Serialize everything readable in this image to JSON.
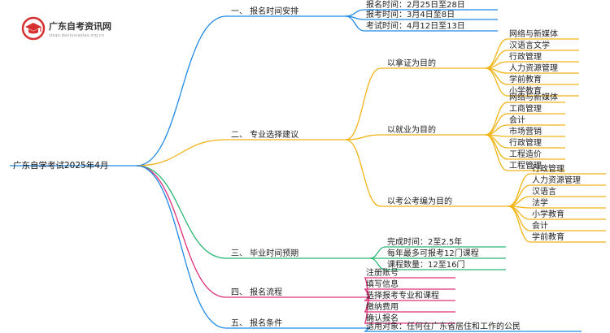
{
  "logo": {
    "name": "广东自考资讯网",
    "url": "zikao.danluxiaolas.org.cn"
  },
  "root": "广东自学考试2025年4月",
  "branches": [
    {
      "label": "一、 报名时间安排",
      "color": "#1e88e5",
      "leaves": [
        "报名时间：2月25日至28日",
        "报考时间：3月4日至8日",
        "考试时间：4月12日至13日"
      ]
    },
    {
      "label": "二、 专业选择建议",
      "color": "#f2b416",
      "groups": [
        {
          "label": "以拿证为目的",
          "leaves": [
            "网络与新媒体",
            "汉语言文学",
            "行政管理",
            "人力资源管理",
            "学前教育",
            "小学教育"
          ]
        },
        {
          "label": "以就业为目的",
          "leaves": [
            "网络与新媒体",
            "工商管理",
            "会计",
            "市场营销",
            "行政管理",
            "工程造价",
            "工程管理"
          ]
        },
        {
          "label": "以考公考编为目的",
          "leaves": [
            "行政管理",
            "人力资源管理",
            "汉语言",
            "法学",
            "小学教育",
            "会计",
            "学前教育"
          ]
        }
      ]
    },
    {
      "label": "三、 毕业时间预期",
      "color": "#2bb673",
      "leaves": [
        "完成时间：2至2.5年",
        "每年最多可报考12门课程",
        "课程数量：12至16门"
      ]
    },
    {
      "label": "四、 报名流程",
      "color": "#e0307a",
      "leaves": [
        "注册账号",
        "填写信息",
        "选择报考专业和课程",
        "缴纳费用",
        "确认报名"
      ]
    },
    {
      "label": "五、 报名条件",
      "color": "#1e88e5",
      "leaves": [
        "适用对象：任何在广东省居住和工作的公民"
      ]
    }
  ]
}
